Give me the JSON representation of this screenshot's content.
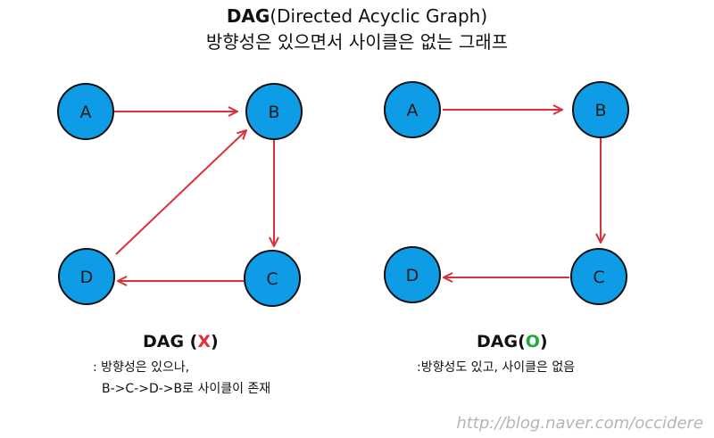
{
  "header": {
    "title_bold": "DAG",
    "title_rest": "(Directed Acyclic Graph)",
    "subtitle": "방향성은 있으면서 사이클은 없는 그래프"
  },
  "colors": {
    "node_fill": "#0f9ce6",
    "node_stroke": "#111111",
    "edge": "#d9303a",
    "mark_x": "#e0303a",
    "mark_o": "#1faa3a"
  },
  "left_graph": {
    "nodes": [
      "A",
      "B",
      "C",
      "D"
    ],
    "edges": [
      [
        "A",
        "B"
      ],
      [
        "B",
        "C"
      ],
      [
        "C",
        "D"
      ],
      [
        "D",
        "B"
      ]
    ],
    "caption_prefix": "DAG (",
    "caption_mark": "X",
    "caption_suffix": ")",
    "desc_line1": ": 방향성은 있으나,",
    "desc_line2": "B->C->D->B로 사이클이 존재"
  },
  "right_graph": {
    "nodes": [
      "A",
      "B",
      "C",
      "D"
    ],
    "edges": [
      [
        "A",
        "B"
      ],
      [
        "B",
        "C"
      ],
      [
        "C",
        "D"
      ]
    ],
    "caption_prefix": "DAG(",
    "caption_mark": "O",
    "caption_suffix": ")",
    "desc_line1": ":방향성도 있고, 사이클은 없음"
  },
  "watermark": "http://blog.naver.com/occidere"
}
